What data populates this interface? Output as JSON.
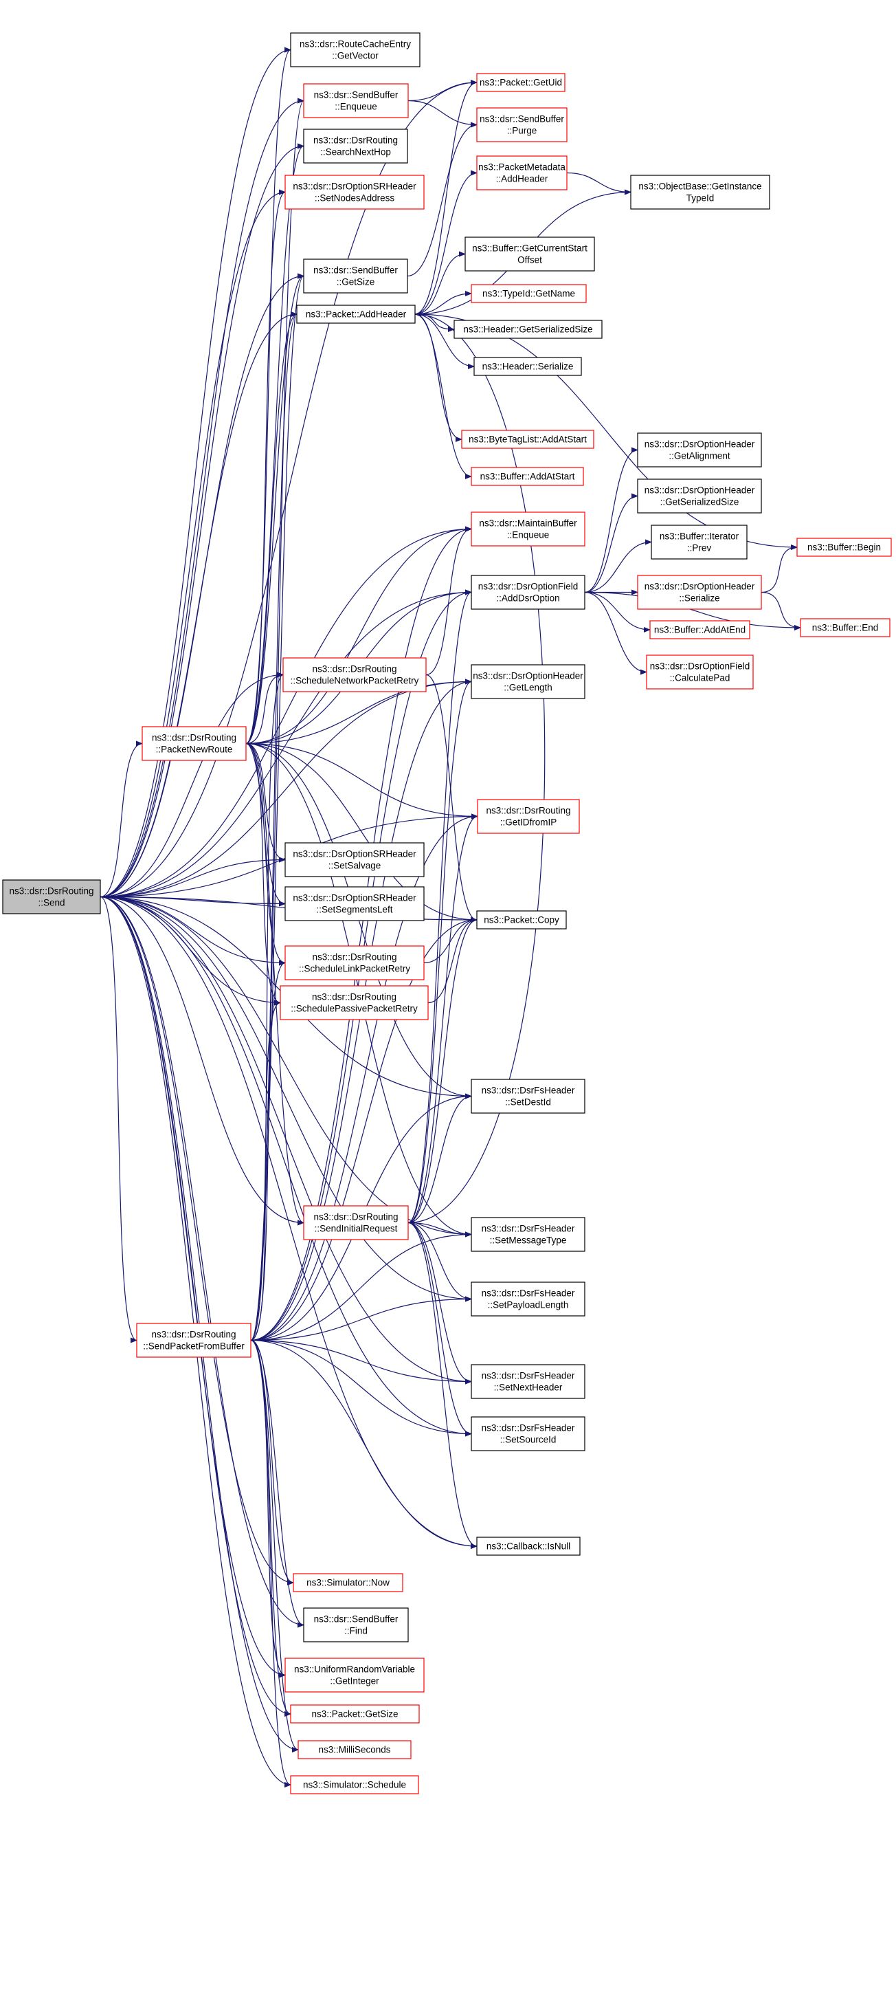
{
  "colors": {
    "edge": "#191970",
    "border_default": "#000000",
    "border_undocumented": "#ff0000",
    "root_fill": "#bfbfbf",
    "node_fill": "#ffffff"
  },
  "nodes": [
    {
      "id": "n0",
      "lines": [
        "ns3::dsr::DsrRouting",
        "::Send"
      ],
      "style": "root"
    },
    {
      "id": "n1",
      "lines": [
        "ns3::dsr::RouteCacheEntry",
        "::GetVector"
      ],
      "style": "black"
    },
    {
      "id": "n2",
      "lines": [
        "ns3::dsr::SendBuffer",
        "::Enqueue"
      ],
      "style": "red"
    },
    {
      "id": "n3",
      "lines": [
        "ns3::Packet::GetUid"
      ],
      "style": "red"
    },
    {
      "id": "n4",
      "lines": [
        "ns3::dsr::SendBuffer",
        "::Purge"
      ],
      "style": "red"
    },
    {
      "id": "n5",
      "lines": [
        "ns3::dsr::DsrRouting",
        "::SearchNextHop"
      ],
      "style": "black"
    },
    {
      "id": "n6",
      "lines": [
        "ns3::dsr::DsrOptionSRHeader",
        "::SetNodesAddress"
      ],
      "style": "red"
    },
    {
      "id": "n7",
      "lines": [
        "ns3::PacketMetadata",
        "::AddHeader"
      ],
      "style": "red"
    },
    {
      "id": "n8",
      "lines": [
        "ns3::ObjectBase::GetInstance",
        "TypeId"
      ],
      "style": "black"
    },
    {
      "id": "n9",
      "lines": [
        "ns3::Buffer::GetCurrentStart",
        "Offset"
      ],
      "style": "black"
    },
    {
      "id": "n10",
      "lines": [
        "ns3::dsr::SendBuffer",
        "::GetSize"
      ],
      "style": "black"
    },
    {
      "id": "n11",
      "lines": [
        "ns3::TypeId::GetName"
      ],
      "style": "red"
    },
    {
      "id": "n12",
      "lines": [
        "ns3::Packet::AddHeader"
      ],
      "style": "black"
    },
    {
      "id": "n13",
      "lines": [
        "ns3::Header::GetSerializedSize"
      ],
      "style": "black"
    },
    {
      "id": "n14",
      "lines": [
        "ns3::Header::Serialize"
      ],
      "style": "black"
    },
    {
      "id": "n15",
      "lines": [
        "ns3::ByteTagList::AddAtStart"
      ],
      "style": "red"
    },
    {
      "id": "n16",
      "lines": [
        "ns3::dsr::DsrOptionHeader",
        "::GetAlignment"
      ],
      "style": "black"
    },
    {
      "id": "n17",
      "lines": [
        "ns3::Buffer::AddAtStart"
      ],
      "style": "red"
    },
    {
      "id": "n18",
      "lines": [
        "ns3::dsr::DsrOptionHeader",
        "::GetSerializedSize"
      ],
      "style": "black"
    },
    {
      "id": "n19",
      "lines": [
        "ns3::dsr::MaintainBuffer",
        "::Enqueue"
      ],
      "style": "red"
    },
    {
      "id": "n20",
      "lines": [
        "ns3::Buffer::Iterator",
        "::Prev"
      ],
      "style": "black"
    },
    {
      "id": "n21",
      "lines": [
        "ns3::Buffer::Begin"
      ],
      "style": "red"
    },
    {
      "id": "n22",
      "lines": [
        "ns3::dsr::DsrOptionField",
        "::AddDsrOption"
      ],
      "style": "black"
    },
    {
      "id": "n23",
      "lines": [
        "ns3::dsr::DsrOptionHeader",
        "::Serialize"
      ],
      "style": "red"
    },
    {
      "id": "n24",
      "lines": [
        "ns3::Buffer::AddAtEnd"
      ],
      "style": "red"
    },
    {
      "id": "n25",
      "lines": [
        "ns3::Buffer::End"
      ],
      "style": "red"
    },
    {
      "id": "n26",
      "lines": [
        "ns3::dsr::DsrRouting",
        "::ScheduleNetworkPacketRetry"
      ],
      "style": "red"
    },
    {
      "id": "n27",
      "lines": [
        "ns3::dsr::DsrOptionField",
        "::CalculatePad"
      ],
      "style": "red"
    },
    {
      "id": "n28",
      "lines": [
        "ns3::dsr::DsrOptionHeader",
        "::GetLength"
      ],
      "style": "black"
    },
    {
      "id": "n29",
      "lines": [
        "ns3::dsr::DsrRouting",
        "::PacketNewRoute"
      ],
      "style": "red"
    },
    {
      "id": "n30",
      "lines": [
        "ns3::dsr::DsrRouting",
        "::GetIDfromIP"
      ],
      "style": "red"
    },
    {
      "id": "n31",
      "lines": [
        "ns3::dsr::DsrOptionSRHeader",
        "::SetSalvage"
      ],
      "style": "black"
    },
    {
      "id": "n32",
      "lines": [
        "ns3::dsr::DsrOptionSRHeader",
        "::SetSegmentsLeft"
      ],
      "style": "black"
    },
    {
      "id": "n33",
      "lines": [
        "ns3::dsr::DsrRouting",
        "::ScheduleLinkPacketRetry"
      ],
      "style": "red"
    },
    {
      "id": "n34",
      "lines": [
        "ns3::Packet::Copy"
      ],
      "style": "black"
    },
    {
      "id": "n35",
      "lines": [
        "ns3::dsr::DsrRouting",
        "::SchedulePassivePacketRetry"
      ],
      "style": "red"
    },
    {
      "id": "n36",
      "lines": [
        "ns3::dsr::DsrFsHeader",
        "::SetDestId"
      ],
      "style": "black"
    },
    {
      "id": "n37",
      "lines": [
        "ns3::dsr::DsrRouting",
        "::SendInitialRequest"
      ],
      "style": "red"
    },
    {
      "id": "n38",
      "lines": [
        "ns3::dsr::DsrFsHeader",
        "::SetMessageType"
      ],
      "style": "black"
    },
    {
      "id": "n39",
      "lines": [
        "ns3::dsr::DsrFsHeader",
        "::SetPayloadLength"
      ],
      "style": "black"
    },
    {
      "id": "n40",
      "lines": [
        "ns3::dsr::DsrRouting",
        "::SendPacketFromBuffer"
      ],
      "style": "red"
    },
    {
      "id": "n41",
      "lines": [
        "ns3::dsr::DsrFsHeader",
        "::SetNextHeader"
      ],
      "style": "black"
    },
    {
      "id": "n42",
      "lines": [
        "ns3::dsr::DsrFsHeader",
        "::SetSourceId"
      ],
      "style": "black"
    },
    {
      "id": "n43",
      "lines": [
        "ns3::Callback::IsNull"
      ],
      "style": "black"
    },
    {
      "id": "n44",
      "lines": [
        "ns3::Simulator::Now"
      ],
      "style": "red"
    },
    {
      "id": "n45",
      "lines": [
        "ns3::dsr::SendBuffer",
        "::Find"
      ],
      "style": "black"
    },
    {
      "id": "n46",
      "lines": [
        "ns3::UniformRandomVariable",
        "::GetInteger"
      ],
      "style": "red"
    },
    {
      "id": "n47",
      "lines": [
        "ns3::Packet::GetSize"
      ],
      "style": "red"
    },
    {
      "id": "n48",
      "lines": [
        "ns3::MilliSeconds"
      ],
      "style": "red"
    },
    {
      "id": "n49",
      "lines": [
        "ns3::Simulator::Schedule"
      ],
      "style": "red"
    }
  ],
  "edges": [
    [
      "n0",
      "n1"
    ],
    [
      "n0",
      "n2"
    ],
    [
      "n0",
      "n3"
    ],
    [
      "n0",
      "n5"
    ],
    [
      "n0",
      "n6"
    ],
    [
      "n0",
      "n10"
    ],
    [
      "n0",
      "n12"
    ],
    [
      "n0",
      "n19"
    ],
    [
      "n0",
      "n22"
    ],
    [
      "n0",
      "n26"
    ],
    [
      "n0",
      "n28"
    ],
    [
      "n0",
      "n29"
    ],
    [
      "n0",
      "n30"
    ],
    [
      "n0",
      "n31"
    ],
    [
      "n0",
      "n32"
    ],
    [
      "n0",
      "n33"
    ],
    [
      "n0",
      "n34"
    ],
    [
      "n0",
      "n35"
    ],
    [
      "n0",
      "n36"
    ],
    [
      "n0",
      "n37"
    ],
    [
      "n0",
      "n38"
    ],
    [
      "n0",
      "n39"
    ],
    [
      "n0",
      "n40"
    ],
    [
      "n0",
      "n41"
    ],
    [
      "n0",
      "n42"
    ],
    [
      "n0",
      "n43"
    ],
    [
      "n0",
      "n44"
    ],
    [
      "n0",
      "n45"
    ],
    [
      "n0",
      "n46"
    ],
    [
      "n0",
      "n47"
    ],
    [
      "n0",
      "n48"
    ],
    [
      "n0",
      "n49"
    ],
    [
      "n2",
      "n3"
    ],
    [
      "n2",
      "n4"
    ],
    [
      "n10",
      "n4"
    ],
    [
      "n12",
      "n3"
    ],
    [
      "n12",
      "n7"
    ],
    [
      "n12",
      "n8"
    ],
    [
      "n12",
      "n9"
    ],
    [
      "n12",
      "n11"
    ],
    [
      "n12",
      "n13"
    ],
    [
      "n12",
      "n14"
    ],
    [
      "n12",
      "n15"
    ],
    [
      "n12",
      "n17"
    ],
    [
      "n12",
      "n21"
    ],
    [
      "n7",
      "n8"
    ],
    [
      "n22",
      "n16"
    ],
    [
      "n22",
      "n18"
    ],
    [
      "n22",
      "n20"
    ],
    [
      "n22",
      "n23"
    ],
    [
      "n22",
      "n24"
    ],
    [
      "n22",
      "n27"
    ],
    [
      "n22",
      "n25"
    ],
    [
      "n23",
      "n21"
    ],
    [
      "n23",
      "n25"
    ],
    [
      "n26",
      "n19"
    ],
    [
      "n26",
      "n34"
    ],
    [
      "n29",
      "n1"
    ],
    [
      "n29",
      "n5"
    ],
    [
      "n29",
      "n6"
    ],
    [
      "n29",
      "n10"
    ],
    [
      "n29",
      "n12"
    ],
    [
      "n29",
      "n19"
    ],
    [
      "n29",
      "n22"
    ],
    [
      "n29",
      "n26"
    ],
    [
      "n29",
      "n28"
    ],
    [
      "n29",
      "n30"
    ],
    [
      "n29",
      "n31"
    ],
    [
      "n29",
      "n32"
    ],
    [
      "n29",
      "n33"
    ],
    [
      "n29",
      "n35"
    ],
    [
      "n29",
      "n34"
    ],
    [
      "n29",
      "n36"
    ],
    [
      "n29",
      "n37"
    ],
    [
      "n29",
      "n38"
    ],
    [
      "n33",
      "n34"
    ],
    [
      "n35",
      "n34"
    ],
    [
      "n37",
      "n12"
    ],
    [
      "n37",
      "n22"
    ],
    [
      "n37",
      "n28"
    ],
    [
      "n37",
      "n30"
    ],
    [
      "n37",
      "n34"
    ],
    [
      "n37",
      "n36"
    ],
    [
      "n37",
      "n38"
    ],
    [
      "n37",
      "n39"
    ],
    [
      "n37",
      "n41"
    ],
    [
      "n37",
      "n42"
    ],
    [
      "n37",
      "n43"
    ],
    [
      "n40",
      "n2"
    ],
    [
      "n40",
      "n10"
    ],
    [
      "n40",
      "n12"
    ],
    [
      "n40",
      "n19"
    ],
    [
      "n40",
      "n22"
    ],
    [
      "n40",
      "n26"
    ],
    [
      "n40",
      "n28"
    ],
    [
      "n40",
      "n30"
    ],
    [
      "n40",
      "n33"
    ],
    [
      "n40",
      "n34"
    ],
    [
      "n40",
      "n35"
    ],
    [
      "n40",
      "n36"
    ],
    [
      "n40",
      "n38"
    ],
    [
      "n40",
      "n39"
    ],
    [
      "n40",
      "n41"
    ],
    [
      "n40",
      "n42"
    ],
    [
      "n40",
      "n43"
    ],
    [
      "n40",
      "n44"
    ],
    [
      "n40",
      "n45"
    ],
    [
      "n40",
      "n46"
    ],
    [
      "n40",
      "n47"
    ],
    [
      "n40",
      "n48"
    ],
    [
      "n40",
      "n49"
    ]
  ]
}
